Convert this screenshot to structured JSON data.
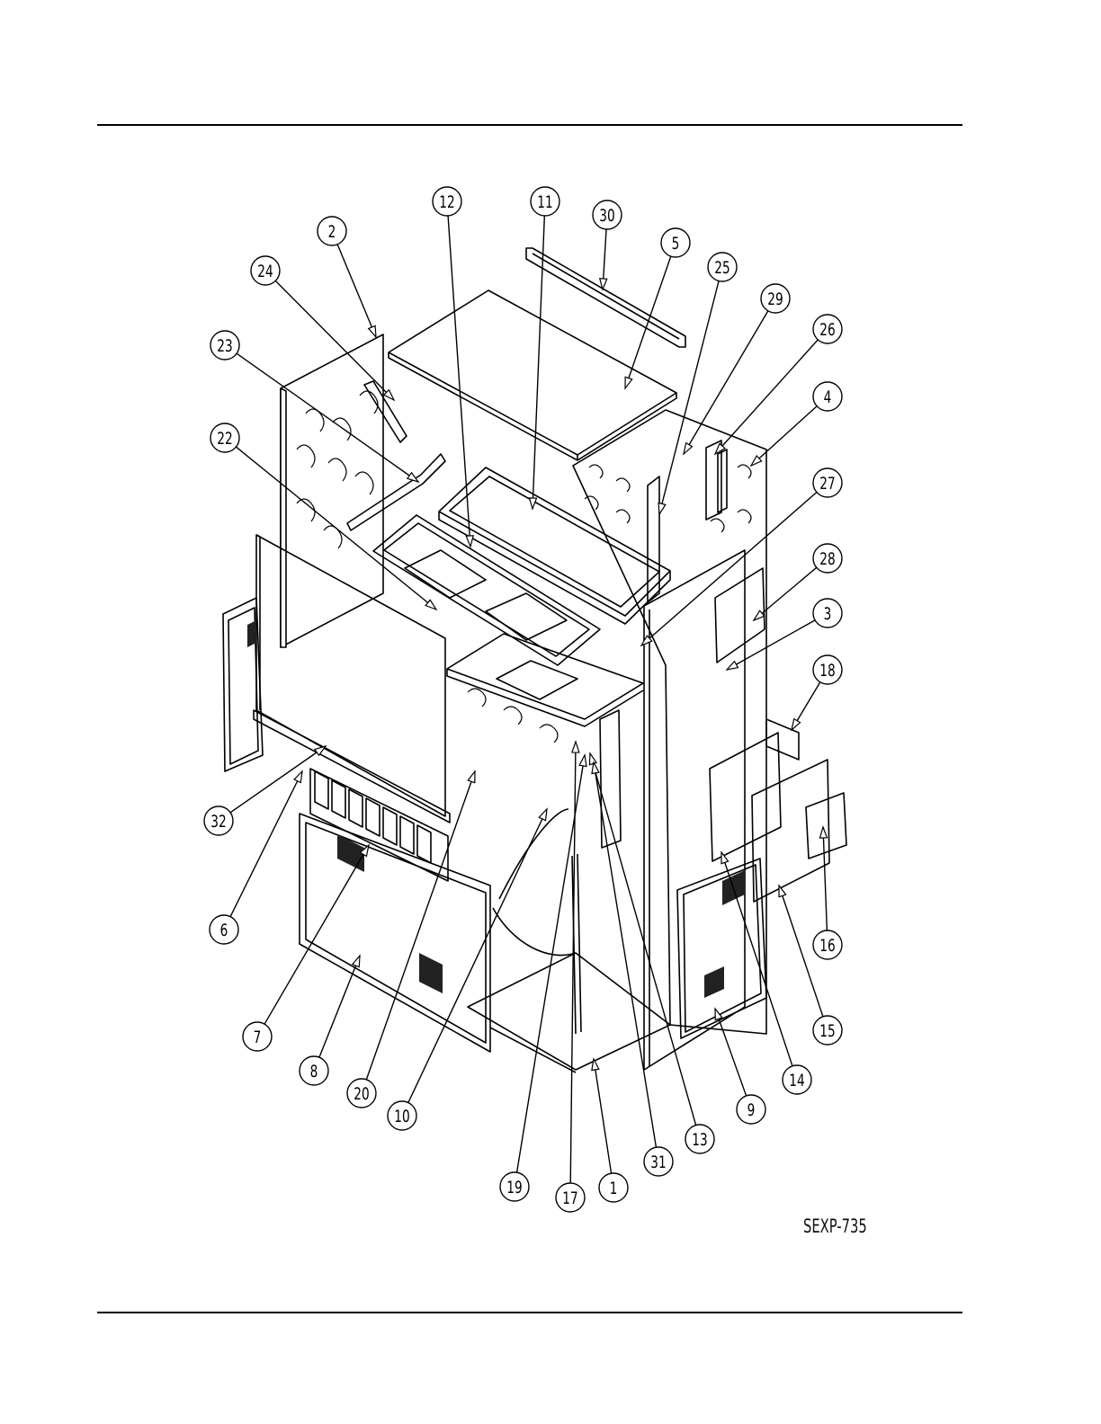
{
  "drawing_code": "SEXP-735",
  "callouts": [
    {
      "label": "1"
    },
    {
      "label": "2"
    },
    {
      "label": "3"
    },
    {
      "label": "4"
    },
    {
      "label": "5"
    },
    {
      "label": "6"
    },
    {
      "label": "7"
    },
    {
      "label": "8"
    },
    {
      "label": "9"
    },
    {
      "label": "10"
    },
    {
      "label": "11"
    },
    {
      "label": "12"
    },
    {
      "label": "13"
    },
    {
      "label": "14"
    },
    {
      "label": "15"
    },
    {
      "label": "16"
    },
    {
      "label": "17"
    },
    {
      "label": "18"
    },
    {
      "label": "19"
    },
    {
      "label": "20"
    },
    {
      "label": "22"
    },
    {
      "label": "23"
    },
    {
      "label": "24"
    },
    {
      "label": "25"
    },
    {
      "label": "26"
    },
    {
      "label": "27"
    },
    {
      "label": "28"
    },
    {
      "label": "29"
    },
    {
      "label": "30"
    },
    {
      "label": "31"
    },
    {
      "label": "32"
    }
  ]
}
